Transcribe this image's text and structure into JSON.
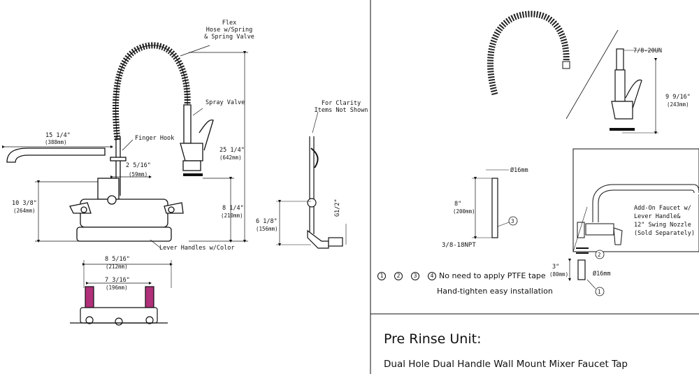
{
  "left_diagram": {
    "flex_hose": "Flex\nHose w/Spring\n& Spring Valve",
    "spray_valve": "Spray Valve",
    "finger_hook": "Finger Hook",
    "spout_length_in": "15 1/4\"",
    "spout_length_mm": "(388mm)",
    "hook_offset_in": "2 5/16\"",
    "hook_offset_mm": "(59mm)",
    "total_height_in": "25 1/4\"",
    "total_height_mm": "(642mm)",
    "spout_height_in": "10 3/8\"",
    "spout_height_mm": "(264mm)",
    "valve_height_in": "8 1/4\"",
    "valve_height_mm": "(210mm)",
    "lever_handles": "Lever Handles w/Color",
    "outer_width_in": "8 5/16\"",
    "outer_width_mm": "(212mm)",
    "center_width_in": "7 3/16\"",
    "center_width_mm": "(196mm)",
    "for_clarity": "For Clarity\nItems Not Shown",
    "side_height_in": "6 1/8\"",
    "side_height_mm": "(156mm)",
    "thread": "G1/2\""
  },
  "right_diagram": {
    "thread_top": "7/8-20UN",
    "valve_len_in": "9 9/16\"",
    "valve_len_mm": "(243mm)",
    "diameter_16": "Ø16mm",
    "riser_in": "8\"",
    "riser_mm": "(200mm)",
    "npt": "3/8-18NPT",
    "addon_text": "Add-On Faucet w/\nLever Handle&\n12\" Swing Nozzle\n(Sold Separately)",
    "nipple_in": "3\"",
    "nipple_mm": "(80mm)",
    "nipple_dia": "Ø16mm",
    "num1": "1",
    "num2": "2",
    "num3": "3",
    "num4": "4",
    "ptfe_note": "No need to apply PTFE tape",
    "hand_tighten": "Hand-tighten easy installation"
  },
  "caption": {
    "title": "Pre Rinse Unit:",
    "subtitle": "Dual Hole Dual Handle Wall Mount Mixer Faucet Tap"
  },
  "colors": {
    "line": "#111111",
    "accent_handle": "#b0307a",
    "gray": "#888888"
  }
}
